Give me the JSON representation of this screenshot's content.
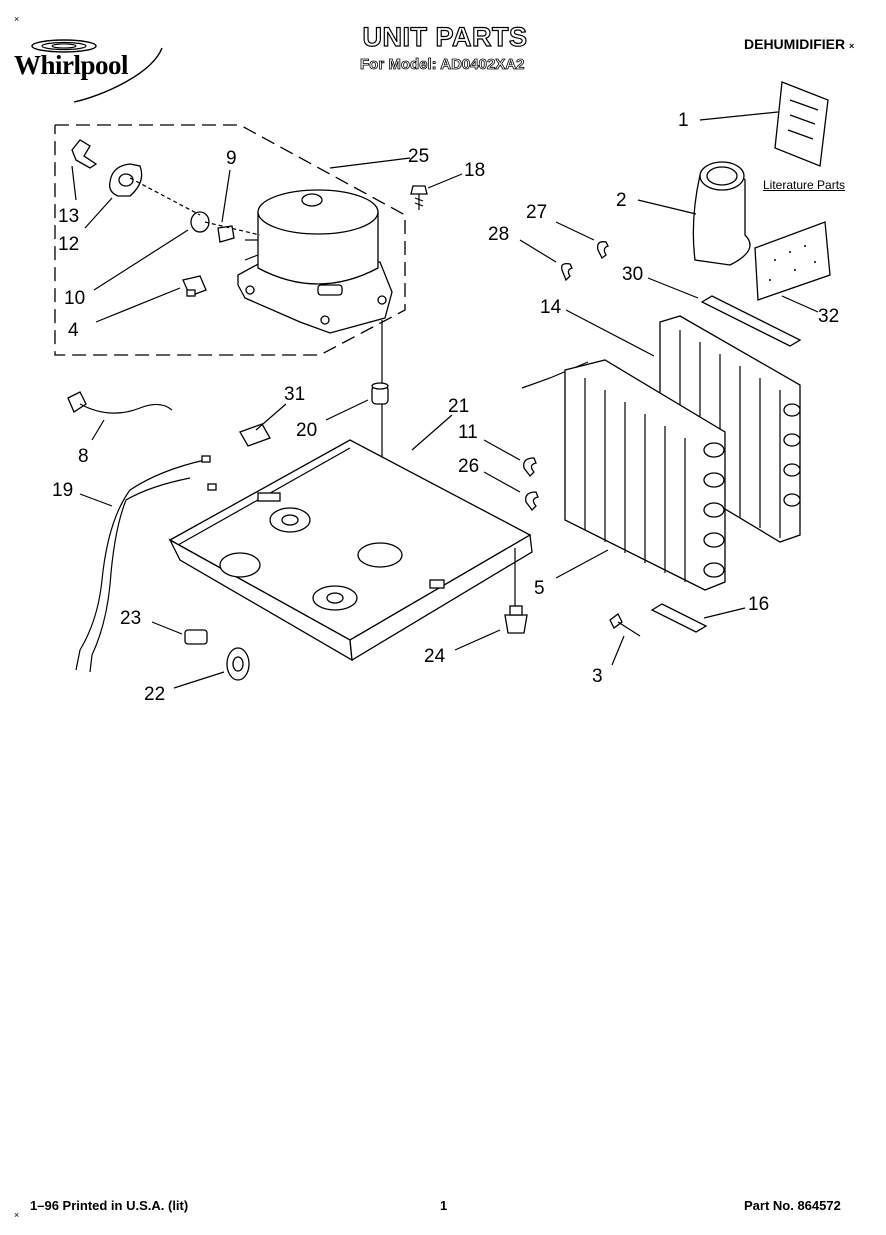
{
  "header": {
    "brand": "Whirlpool",
    "title": "UNIT PARTS",
    "subtitle": "For Model: AD0402XA2",
    "category": "DEHUMIDIFIER",
    "tick_mark": "×"
  },
  "literature_label": "Literature Parts",
  "callouts": {
    "c1": "1",
    "c2": "2",
    "c3": "3",
    "c4": "4",
    "c5": "5",
    "c8": "8",
    "c9": "9",
    "c10": "10",
    "c11": "11",
    "c12": "12",
    "c13": "13",
    "c14": "14",
    "c16": "16",
    "c18": "18",
    "c19": "19",
    "c20": "20",
    "c21": "21",
    "c22": "22",
    "c23": "23",
    "c24": "24",
    "c25": "25",
    "c26": "26",
    "c27": "27",
    "c28": "28",
    "c30": "30",
    "c31": "31",
    "c32": "32"
  },
  "footer": {
    "date_print": "1–96 Printed in U.S.A. (lit)",
    "page": "1",
    "part_no": "Part No. 864572"
  }
}
